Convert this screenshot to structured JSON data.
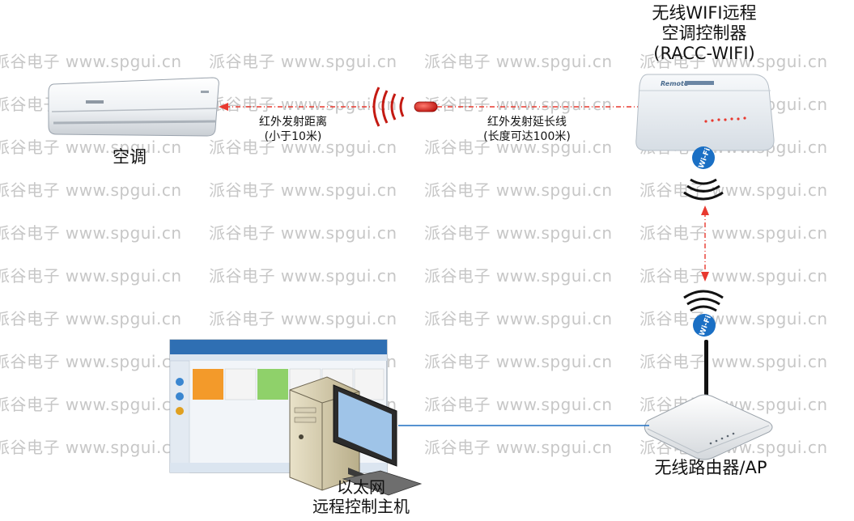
{
  "watermark": {
    "brand": "派谷电子",
    "url": "www.spgui.cn"
  },
  "nodes": {
    "controller": {
      "title_line1": "无线WIFI远程",
      "title_line2": "空调控制器",
      "title_line3": "(RACC-WIFI)",
      "device_brand": "Remote"
    },
    "ac": {
      "label": "空调"
    },
    "host": {
      "label_line1": "以太网",
      "label_line2": "远程控制主机"
    },
    "router": {
      "label": "无线路由器/AP"
    }
  },
  "links": {
    "ir_distance": {
      "line1": "红外发射距离",
      "line2": "(小于10米)"
    },
    "ir_extension": {
      "line1": "红外发射延长线",
      "line2": "(长度可达100米)"
    }
  },
  "badges": {
    "wifi": "Wi-Fi"
  },
  "colors": {
    "ir_line": "#e8392f",
    "ethernet_line": "#1e6fc2",
    "watermark": "#c7c7c7",
    "wifi_badge": "#1a6fc4"
  }
}
